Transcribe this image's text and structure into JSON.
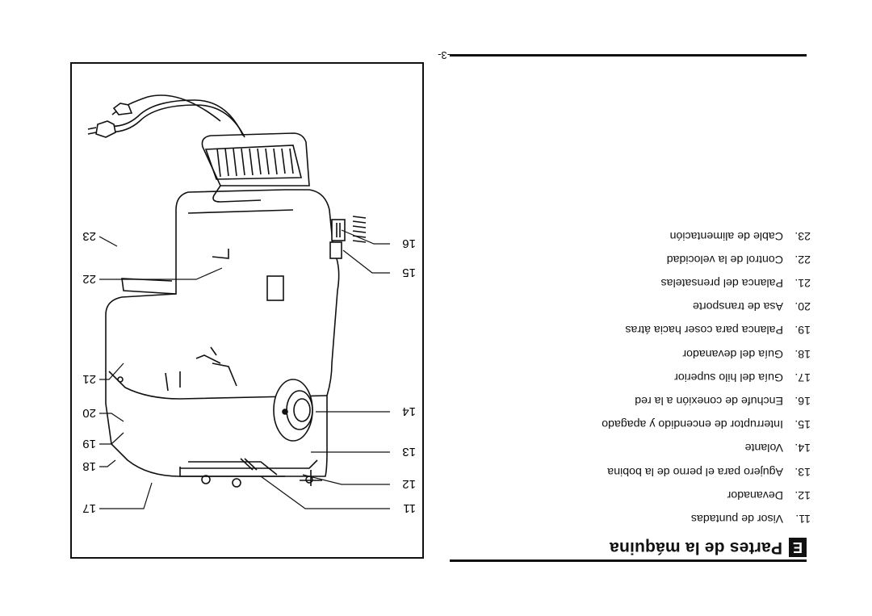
{
  "section": {
    "badge": "E",
    "title": "Partes de la máquina"
  },
  "parts": [
    {
      "num": "11.",
      "label": "Visor de puntadas"
    },
    {
      "num": "12.",
      "label": "Devanador"
    },
    {
      "num": "13.",
      "label": "Agujero para el perno de la bobina"
    },
    {
      "num": "14.",
      "label": "Volante"
    },
    {
      "num": "15.",
      "label": "Interruptor de encendido y apagado"
    },
    {
      "num": "16.",
      "label": "Enchufe de conexión a la red"
    },
    {
      "num": "17.",
      "label": "Guía del hilo superior"
    },
    {
      "num": "18.",
      "label": "Guía del devanador"
    },
    {
      "num": "19.",
      "label": "Palanca para coser hacia átras"
    },
    {
      "num": "20.",
      "label": "Asa de transporte"
    },
    {
      "num": "21.",
      "label": "Palanca del prensatelas"
    },
    {
      "num": "22.",
      "label": "Control de la velocidad"
    },
    {
      "num": "23.",
      "label": "Cable de alimentación"
    }
  ],
  "callouts": {
    "c11": "11",
    "c12": "12",
    "c13": "13",
    "c14": "14",
    "c15": "15",
    "c16": "16",
    "c17": "17",
    "c18": "18",
    "c19": "19",
    "c20": "20",
    "c21": "21",
    "c22": "22",
    "c23": "23"
  },
  "page_number": "-3-"
}
